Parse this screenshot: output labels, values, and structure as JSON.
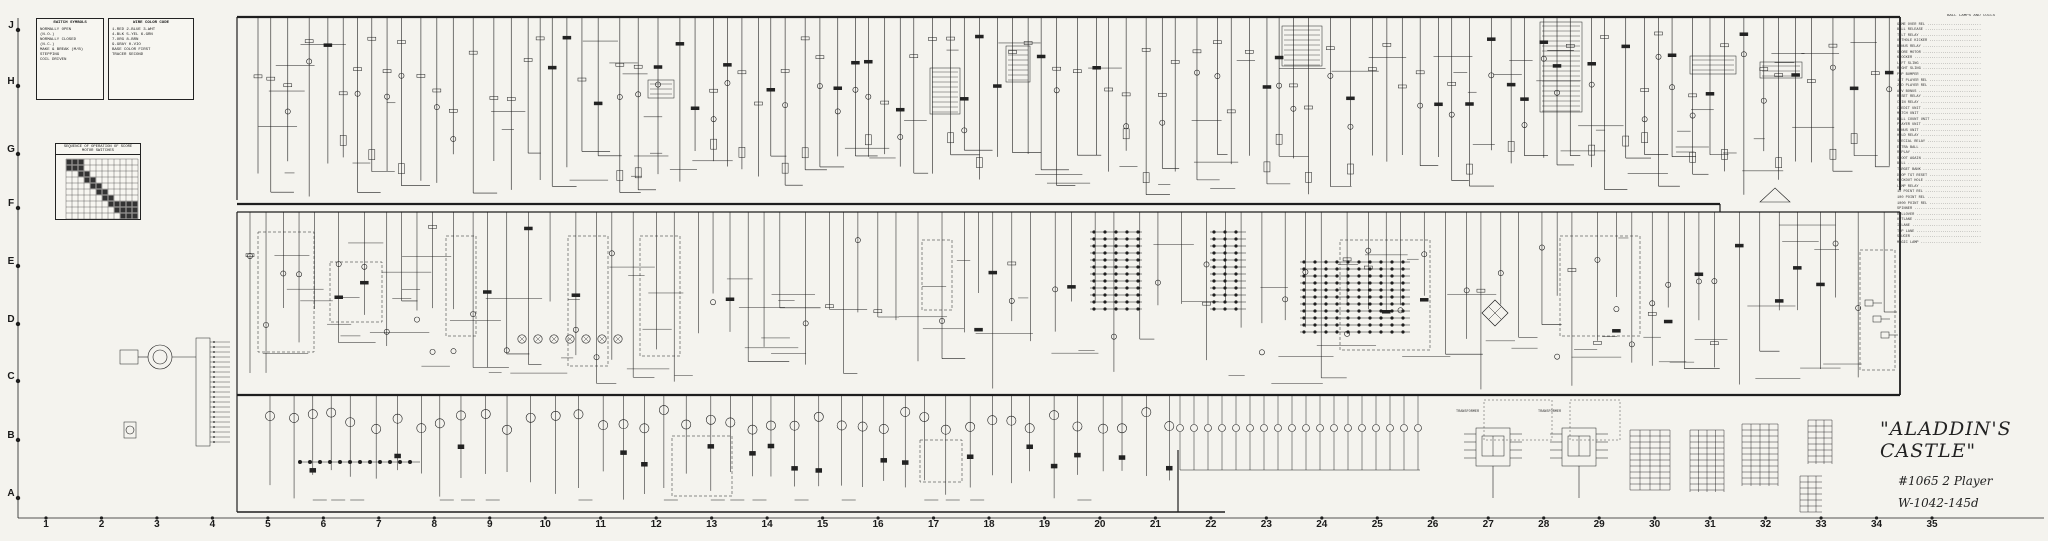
{
  "row_labels": [
    "J",
    "H",
    "G",
    "F",
    "E",
    "D",
    "C",
    "B",
    "A"
  ],
  "column_labels": [
    "1",
    "2",
    "3",
    "4",
    "5",
    "6",
    "7",
    "8",
    "9",
    "10",
    "11",
    "12",
    "13",
    "14",
    "15",
    "16",
    "17",
    "18",
    "19",
    "20",
    "21",
    "22",
    "23",
    "24",
    "25",
    "26",
    "27",
    "28",
    "29",
    "30",
    "31",
    "32",
    "33",
    "34",
    "35"
  ],
  "legend_switch": {
    "title": "SWITCH SYMBOLS",
    "lines": [
      "NORMALLY OPEN",
      "(N.O.)",
      "NORMALLY CLOSED",
      "(N.C.)",
      "MAKE & BREAK (M/B)",
      "STEPPING",
      "COIL DRIVEN"
    ]
  },
  "legend_wire": {
    "title": "WIRE COLOR CODE",
    "lines": [
      "1-RED  2-BLUE  3-WHT",
      "4-BLK  5-YEL  6-GRN",
      "7-ORG  8-BRN",
      "9-GRAY  0-VIO",
      "BASE COLOR FIRST",
      "TRACER SECOND"
    ]
  },
  "sequence_chart": {
    "title": "SEQUENCE OF OPERATION OF SCORE MOTOR SWITCHES"
  },
  "lamp_chart": {
    "title": "BALL LAMPS AND COILS",
    "lines": [
      "GAME OVER REL",
      "BALL RELEASE",
      "TILT RELAY",
      "OUTHOLE KICKER",
      "BONUS RELAY",
      "SCORE MOTOR",
      "KNOCKER",
      "LEFT SLING",
      "RIGHT SLING",
      "POP BUMPER",
      "1ST PLAYER REL",
      "2ND PLAYER REL",
      "ADV BONUS",
      "RESET RELAY",
      "COIN RELAY",
      "CREDIT UNIT",
      "MATCH UNIT",
      "BALL COUNT UNIT",
      "PLAYER UNIT",
      "BONUS UNIT",
      "HOLD RELAY",
      "SPECIAL RELAY",
      "EXTRA BALL",
      "REPLAY",
      "SHOOT AGAIN",
      "BELL",
      "TARGET BANK",
      "DROP TGT RESET",
      "KICKOUT HOLE",
      "LAMP RELAY",
      "10 POINT REL",
      "100 POINT REL",
      "1000 POINT REL",
      "SPINNER",
      "ROLLOVER",
      "OUTLANE",
      "INLANE",
      "TOP LANE",
      "SAUCER",
      "MAGIC LAMP"
    ]
  },
  "transformer_labels": [
    "TRANSFORMER",
    "TRANSFORMER"
  ],
  "title_block": {
    "title": "\"ALADDIN'S  CASTLE\"",
    "model": "#1065  2 Player",
    "drawing_no": "W-1042-145d"
  }
}
